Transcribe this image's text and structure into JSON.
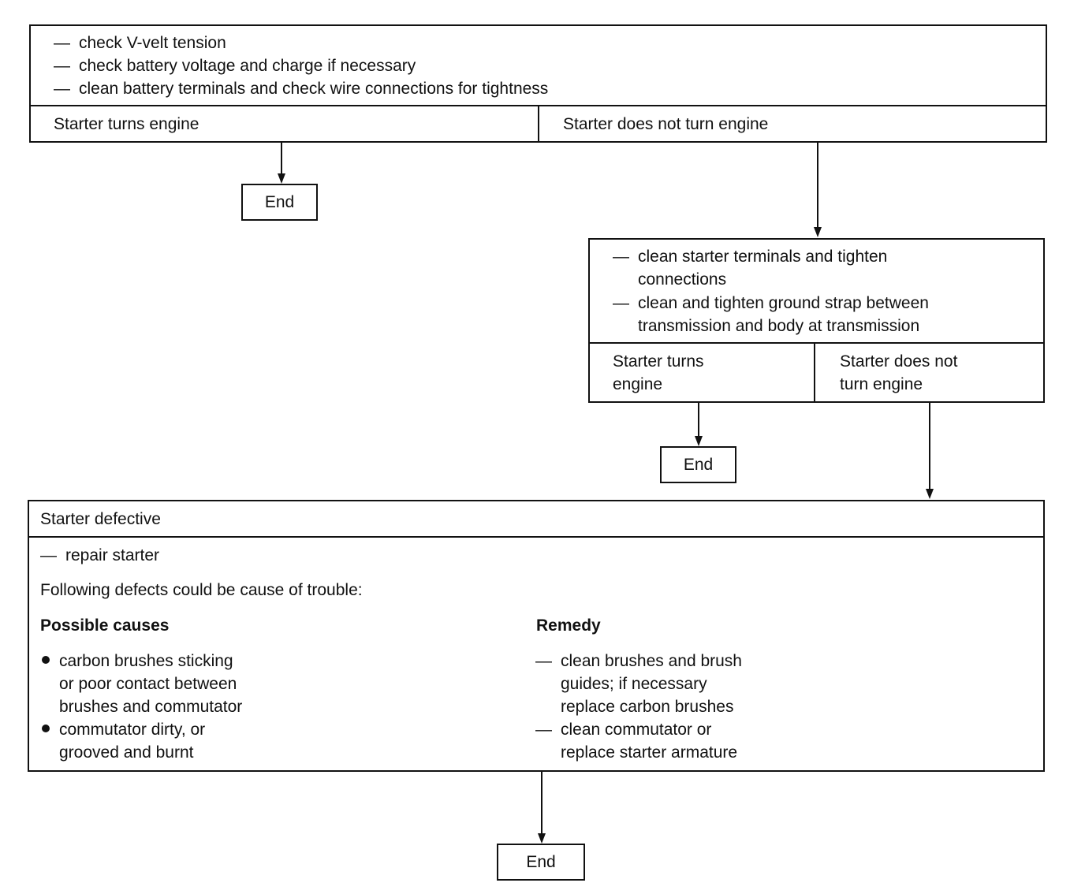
{
  "box1": {
    "steps": [
      "check V-velt tension",
      "check battery voltage and charge if necessary",
      "clean battery terminals and check wire connections for tightness"
    ],
    "yes": "Starter turns engine",
    "no": "Starter does not turn engine"
  },
  "end_label": "End",
  "box2": {
    "step1_line1": "clean starter terminals and tighten",
    "step1_line2": "connections",
    "step2_line1": "clean and tighten ground strap between",
    "step2_line2": "transmission and body at transmission",
    "yes_line1": "Starter turns",
    "yes_line2": "engine",
    "no_line1": "Starter does not",
    "no_line2": "turn engine"
  },
  "box3": {
    "title": "Starter defective",
    "action": "repair starter",
    "intro": "Following defects could be cause of trouble:",
    "causes_header": "Possible causes",
    "remedy_header": "Remedy",
    "causes": [
      [
        "carbon brushes sticking",
        "or poor contact between",
        "brushes and commutator"
      ],
      [
        "commutator dirty, or",
        "grooved and burnt"
      ]
    ],
    "remedies": [
      [
        "clean brushes and brush",
        "guides; if necessary",
        "replace carbon brushes"
      ],
      [
        "clean commutator or",
        "replace starter armature"
      ]
    ]
  },
  "dash_glyph": "—"
}
